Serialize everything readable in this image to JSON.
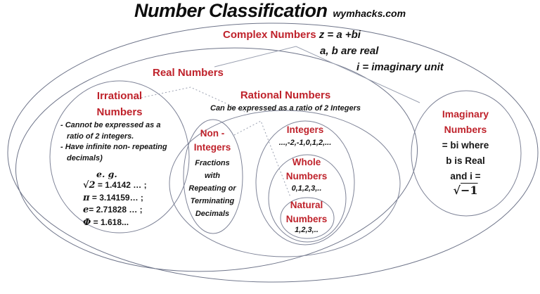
{
  "header": {
    "title": "Number Classification",
    "site": "wymhacks.com"
  },
  "complex": {
    "label": "Complex Numbers",
    "formula": "z = a +bi",
    "line2": "a, b are real",
    "line3": "i  = imaginary unit"
  },
  "real": {
    "label": "Real Numbers"
  },
  "irrational": {
    "title1": "Irrational",
    "title2": "Numbers",
    "notes": [
      "- Cannot be expressed as a",
      "ratio of 2 integers.",
      "- Have infinite non- repeating",
      "decimals)"
    ],
    "eg": "e. g.",
    "examples": [
      {
        "sym": "√2",
        "rest": " =  1.4142 … ;"
      },
      {
        "sym": "π",
        "rest": " =  3.14159… ;"
      },
      {
        "sym": "e",
        "rest": "=  2.71828 … ;"
      },
      {
        "sym": "Φ",
        "rest": " =   1.618..."
      }
    ]
  },
  "rational": {
    "title": "Rational Numbers",
    "subtitle": "Can be expressed as a ratio of 2 Integers"
  },
  "non_integers": {
    "title1": "Non -",
    "title2": "Integers",
    "desc": [
      "Fractions",
      "with",
      "Repeating or",
      "Terminating",
      "Decimals"
    ]
  },
  "integers": {
    "title": "Integers",
    "items": "...,-2,-1,0,1,2,..."
  },
  "whole": {
    "title1": "Whole",
    "title2": "Numbers",
    "items": "0,1,2,3,.."
  },
  "natural": {
    "title1": "Natural",
    "title2": "Numbers",
    "items": "1,2,3,.."
  },
  "imaginary": {
    "title1": "Imaginary",
    "title2": "Numbers",
    "line1": "= bi where",
    "line2": "b is Real",
    "line3": "and  i =",
    "sqrt_sign": "√",
    "sqrt_arg": "−1"
  },
  "colors": {
    "label_red": "#bf222b",
    "text_black": "#151515",
    "ellipse_stroke": "#7e8397",
    "leader_line": "#9aa0b0",
    "background": "#ffffff"
  }
}
